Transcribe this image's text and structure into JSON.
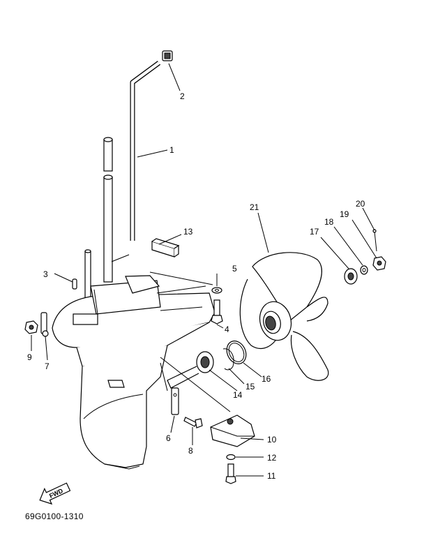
{
  "figure_code": "69G0100-1310",
  "fwd_label": "FWD",
  "callouts": [
    {
      "id": "1",
      "label": "1"
    },
    {
      "id": "2",
      "label": "2"
    },
    {
      "id": "3",
      "label": "3"
    },
    {
      "id": "4",
      "label": "4"
    },
    {
      "id": "5",
      "label": "5"
    },
    {
      "id": "6",
      "label": "6"
    },
    {
      "id": "7",
      "label": "7"
    },
    {
      "id": "8",
      "label": "8"
    },
    {
      "id": "9",
      "label": "9"
    },
    {
      "id": "10",
      "label": "10"
    },
    {
      "id": "11",
      "label": "11"
    },
    {
      "id": "12",
      "label": "12"
    },
    {
      "id": "13",
      "label": "13"
    },
    {
      "id": "14",
      "label": "14"
    },
    {
      "id": "15",
      "label": "15"
    },
    {
      "id": "16",
      "label": "16"
    },
    {
      "id": "17",
      "label": "17"
    },
    {
      "id": "18",
      "label": "18"
    },
    {
      "id": "19",
      "label": "19"
    },
    {
      "id": "20",
      "label": "20"
    },
    {
      "id": "21",
      "label": "21"
    }
  ]
}
